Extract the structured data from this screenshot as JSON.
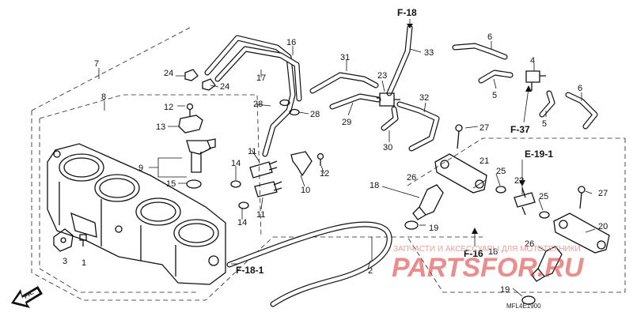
{
  "callouts": {
    "n1": "1",
    "n2": "2",
    "n3": "3",
    "n4": "4",
    "n5a": "5",
    "n5b": "5",
    "n6a": "6",
    "n6b": "6",
    "n7": "7",
    "n8": "8",
    "n9": "9",
    "n10": "10",
    "n11a": "11",
    "n11b": "11",
    "n12a": "12",
    "n12b": "12",
    "n13": "13",
    "n14a": "14",
    "n14b": "14",
    "n15": "15",
    "n16": "16",
    "n17": "17",
    "n18": "18",
    "n19a": "19",
    "n19b": "19",
    "n20": "20",
    "n21": "21",
    "n22": "22",
    "n23": "23",
    "n24a": "24",
    "n24b": "24",
    "n25a": "25",
    "n25b": "25",
    "n26a": "26",
    "n26b": "26",
    "n27a": "27",
    "n27b": "27",
    "n28a": "28",
    "n28b": "28",
    "n29": "29",
    "n30": "30",
    "n31": "31",
    "n32": "32",
    "n33": "33"
  },
  "references": {
    "f18": "F-18",
    "f37": "F-37",
    "e191": "E-19-1",
    "f16": "F-16",
    "f181": "F-18-1"
  },
  "diagram_code": "MFL4E1900",
  "watermark": {
    "line1": "ЗАПЧАСТИ И АКСЕССУАРЫ ДЛЯ МОТОТЕХНИКИ",
    "line2": "PARTSFOR.RU"
  },
  "front_arrow": {
    "label": "FR."
  }
}
